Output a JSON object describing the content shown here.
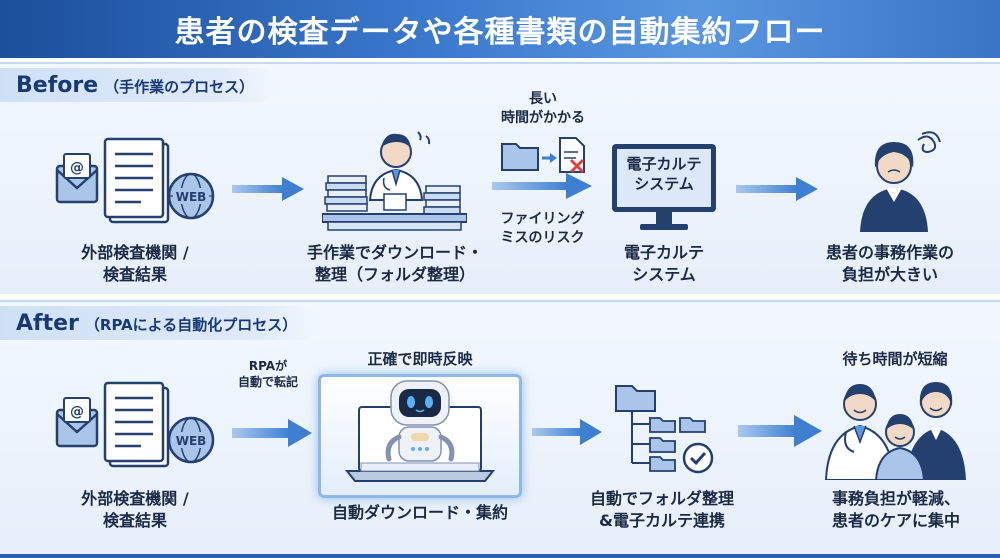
{
  "title": "患者の検査データや各種書類の自動集約フロー",
  "before": {
    "label": "Before",
    "label_sub": "（手作業のプロセス）",
    "source_caption": [
      "外部検査機関 /",
      "検査結果"
    ],
    "web_label": "WEB",
    "manual_caption": [
      "手作業でダウンロード・",
      "整理（フォルダ整理）"
    ],
    "time_note": [
      "長い",
      "時間がかかる"
    ],
    "risk_note": [
      "ファイリング",
      "ミスのリスク"
    ],
    "monitor_text": [
      "電子カルテ",
      "システム"
    ],
    "system_caption": [
      "電子カルテ",
      "システム"
    ],
    "burden_caption": [
      "患者の事務作業の",
      "負担が大きい"
    ]
  },
  "after": {
    "label": "After",
    "label_sub": "（RPAによる自動化プロセス）",
    "source_caption": [
      "外部検査機関 /",
      "検査結果"
    ],
    "web_label": "WEB",
    "rpa_note": [
      "RPAが",
      "自動で転記"
    ],
    "realtime_note": "正確で即時反映",
    "robot_caption": "自動ダウンロード・集約",
    "folder_caption": [
      "自動でフォルダ整理",
      "&電子カルテ連携"
    ],
    "wait_note": "待ち時間が短縮",
    "result_caption": [
      "事務負担が軽減、",
      "患者のケアに集中"
    ]
  },
  "colors": {
    "title_bar": "#2f68b8",
    "panel_bg": "#e9f1fb",
    "arrow": "#3f7fd0",
    "icon_stroke": "#24406e",
    "icon_fill": "#a9c6ea"
  }
}
